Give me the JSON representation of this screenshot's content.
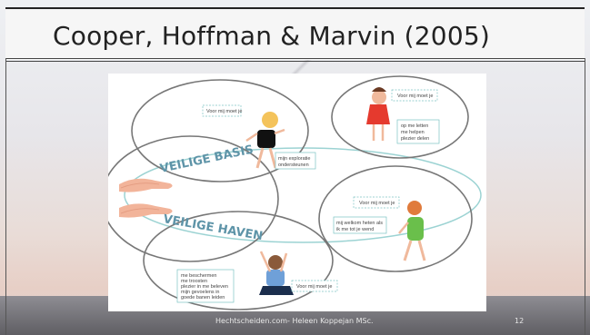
{
  "slide": {
    "title": "Cooper, Hoffman & Marvin (2005)",
    "footer": "Hechtscheiden.com- Heleen Koppejan MSc.",
    "page_number": "12"
  },
  "figure": {
    "secure_base_label": "VEILIGE BASIS",
    "safe_haven_label": "VEILIGE HAVEN",
    "prompt_1": "Voor mij moet je",
    "prompt_2": "Voor mij moet je",
    "prompt_3": "Voor mij moet je",
    "prompt_4": "Voor mij moet je",
    "needs_top_right": [
      "op me letten",
      "me helpen",
      "plezier delen"
    ],
    "needs_top_middle": [
      "mijn exploratie",
      "ondersteunen"
    ],
    "needs_right": [
      "mij welkom heten als",
      "ik me tot je wend"
    ],
    "needs_bottom": [
      "me beschermen",
      "me troosten",
      "plezier in me beleven",
      "mijn gevoelens in",
      "goede banen leiden"
    ]
  },
  "colors": {
    "circle_line": "#777777",
    "arc_line": "#9cd3d3",
    "arc_text": "#5e94a8",
    "hand": "#f2b49a"
  }
}
